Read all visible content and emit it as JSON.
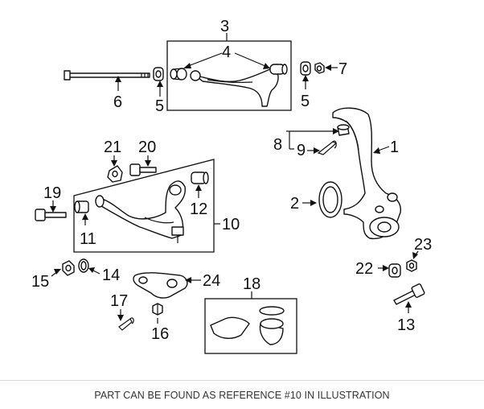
{
  "diagram": {
    "callouts": [
      "1",
      "2",
      "3",
      "4",
      "5",
      "5",
      "6",
      "7",
      "8",
      "9",
      "10",
      "11",
      "12",
      "13",
      "14",
      "15",
      "16",
      "17",
      "18",
      "19",
      "20",
      "21",
      "22",
      "23",
      "24"
    ]
  },
  "footer": {
    "note": "PART CAN BE FOUND AS REFERENCE #10 IN ILLUSTRATION"
  }
}
